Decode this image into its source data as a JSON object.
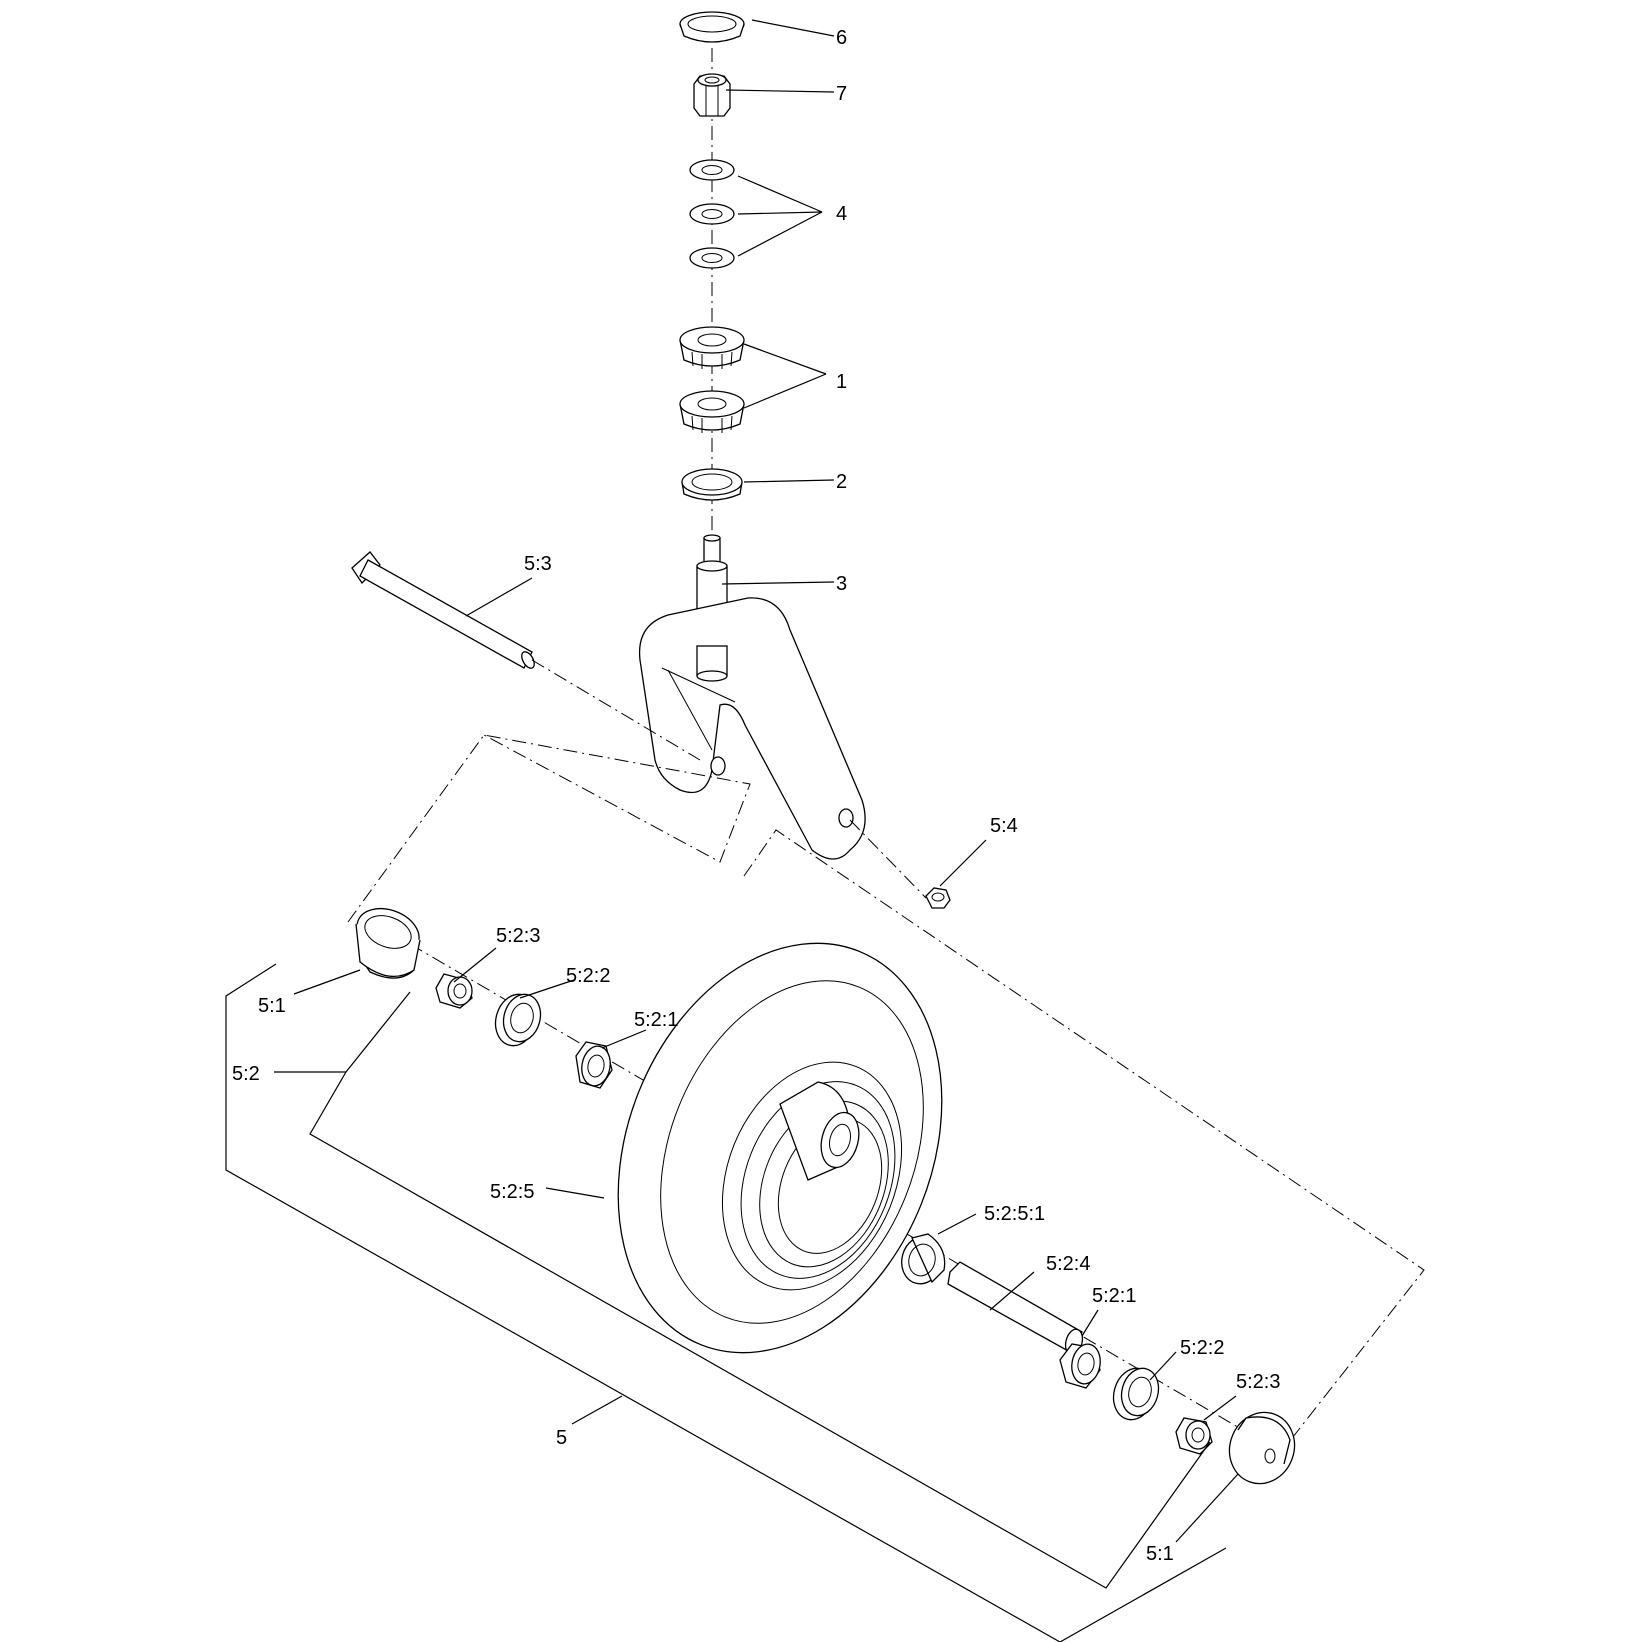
{
  "diagram": {
    "callouts": [
      {
        "id": "c6",
        "text": "6"
      },
      {
        "id": "c7",
        "text": "7"
      },
      {
        "id": "c4",
        "text": "4"
      },
      {
        "id": "c1",
        "text": "1"
      },
      {
        "id": "c2",
        "text": "2"
      },
      {
        "id": "c3",
        "text": "3"
      },
      {
        "id": "c53",
        "text": "5:3"
      },
      {
        "id": "c54",
        "text": "5:4"
      },
      {
        "id": "c523a",
        "text": "5:2:3"
      },
      {
        "id": "c522a",
        "text": "5:2:2"
      },
      {
        "id": "c521a",
        "text": "5:2:1"
      },
      {
        "id": "c51a",
        "text": "5:1"
      },
      {
        "id": "c52",
        "text": "5:2"
      },
      {
        "id": "c525",
        "text": "5:2:5"
      },
      {
        "id": "c5251",
        "text": "5:2:5:1"
      },
      {
        "id": "c524",
        "text": "5:2:4"
      },
      {
        "id": "c521b",
        "text": "5:2:1"
      },
      {
        "id": "c522b",
        "text": "5:2:2"
      },
      {
        "id": "c523b",
        "text": "5:2:3"
      },
      {
        "id": "c5",
        "text": "5"
      },
      {
        "id": "c51b",
        "text": "5:1"
      }
    ]
  }
}
